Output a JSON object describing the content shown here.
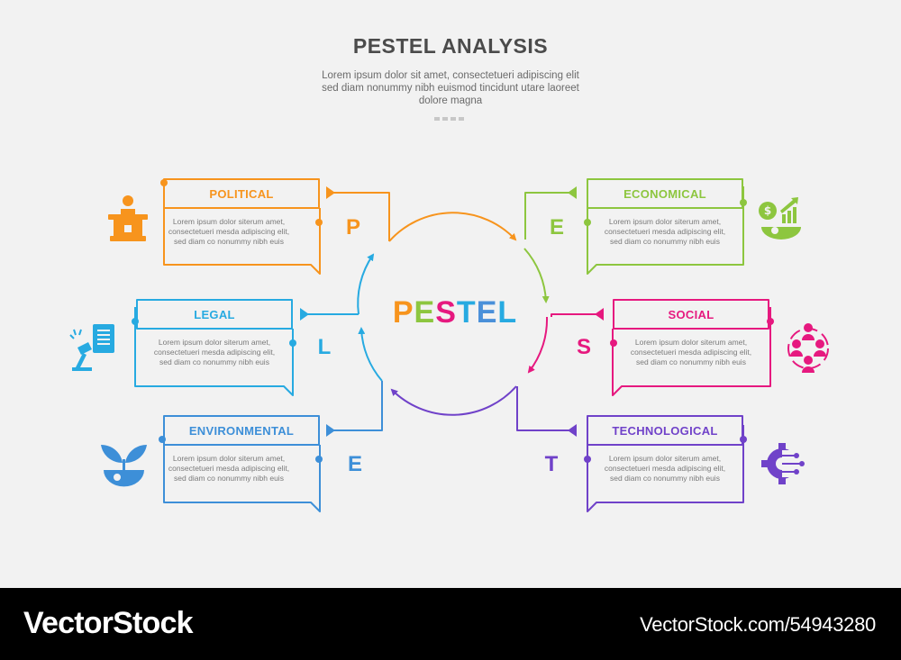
{
  "header": {
    "title": "PESTEL ANALYSIS",
    "subtitle": "Lorem ipsum dolor sit amet, consectetueri adipiscing elit sed diam nonummy nibh euismod tincidunt utare laoreet dolore magna"
  },
  "center": {
    "letters": [
      "P",
      "E",
      "S",
      "T",
      "E",
      "L"
    ],
    "colors": [
      "#f7941d",
      "#8dc63f",
      "#e6197f",
      "#27aae1",
      "#4a90d9",
      "#27aae1"
    ]
  },
  "cards": {
    "political": {
      "title": "POLITICAL",
      "letter": "P",
      "body": "Lorem ipsum dolor siterum amet, consectetueri mesda adipiscing elit, sed diam co nonummy nibh euis",
      "color": "#f7941d",
      "icon": "podium-icon"
    },
    "economical": {
      "title": "ECONOMICAL",
      "letter": "E",
      "body": "Lorem ipsum dolor siterum amet, consectetueri mesda adipiscing elit, sed diam co nonummy nibh euis",
      "color": "#8dc63f",
      "icon": "money-growth-icon"
    },
    "legal": {
      "title": "LEGAL",
      "letter": "L",
      "body": "Lorem ipsum dolor siterum amet, consectetueri mesda adipiscing elit, sed diam co nonummy nibh euis",
      "color": "#27aae1",
      "icon": "gavel-document-icon"
    },
    "social": {
      "title": "SOCIAL",
      "letter": "S",
      "body": "Lorem ipsum dolor siterum amet, consectetueri mesda adipiscing elit, sed diam co nonummy nibh euis",
      "color": "#e6197f",
      "icon": "people-network-icon"
    },
    "environmental": {
      "title": "ENVIRONMENTAL",
      "letter": "E",
      "body": "Lorem ipsum dolor siterum amet, consectetueri mesda adipiscing elit, sed diam co nonummy nibh euis",
      "color": "#3d8fd8",
      "icon": "plant-hand-icon"
    },
    "technological": {
      "title": "TECHNOLOGICAL",
      "letter": "T",
      "body": "Lorem ipsum dolor siterum amet, consectetueri mesda adipiscing elit, sed diam co nonummy nibh euis",
      "color": "#7042c9",
      "icon": "gear-circuit-icon"
    }
  },
  "footer": {
    "brand": "VectorStock",
    "stock_id": "VectorStock.com/54943280"
  }
}
